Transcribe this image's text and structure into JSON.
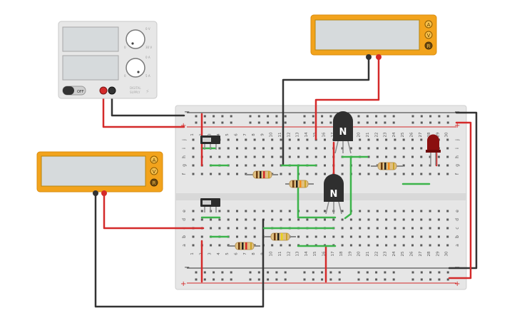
{
  "power_supply": {
    "off_label": "OFF",
    "knob_top_labels": {
      "top": "0 V",
      "right": "30 V",
      "left": "0"
    },
    "knob_bottom_labels": {
      "top": "0 A",
      "right": "5 A",
      "left": "0"
    },
    "brand_line1": "DIGITAL",
    "brand_line2": "SUPPLY"
  },
  "multimeters": [
    {
      "id": "top",
      "buttons": [
        "A",
        "V",
        "R"
      ]
    },
    {
      "id": "left",
      "buttons": [
        "A",
        "V",
        "R"
      ]
    }
  ],
  "transistors": [
    {
      "id": "q1",
      "label": "N"
    },
    {
      "id": "q2",
      "label": "N"
    }
  ],
  "breadboard": {
    "column_numbers": [
      "1",
      "2",
      "3",
      "4",
      "5",
      "6",
      "7",
      "8",
      "9",
      "10",
      "11",
      "12",
      "13",
      "14",
      "15",
      "16",
      "17",
      "18",
      "19",
      "20",
      "21",
      "22",
      "23",
      "24",
      "25",
      "26",
      "27",
      "28",
      "29",
      "30"
    ],
    "upper_rows": [
      "j",
      "i",
      "h",
      "g",
      "f"
    ],
    "lower_rows": [
      "e",
      "d",
      "c",
      "b",
      "a"
    ],
    "rail_plus": "+",
    "rail_minus": "−"
  },
  "colors": {
    "wire_red": "#d42a2a",
    "wire_black": "#333333",
    "wire_green": "#3cb44b",
    "meter_body": "#f2a31c",
    "screen": "#d6dadc"
  }
}
